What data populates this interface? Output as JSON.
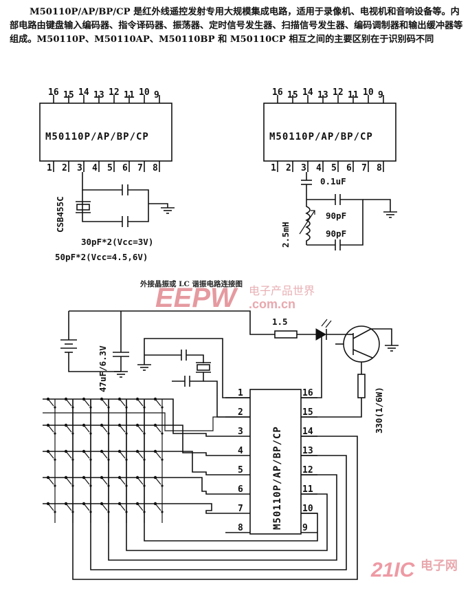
{
  "intro": "M50110P/AP/BP/CP 是红外线遥控发射专用大规模集成电路，适用于录像机、电视机和音响设备等。内部电路由键盘输入编码器、指令译码器、振荡器、定时信号发生器、扫描信号发生器、编码调制器和输出缓冲器等组成。M50110P、M50110AP、M50110BP 和 M50110CP 相互之间的主要区别在于识别码不同",
  "chip_label": "M50110P/AP/BP/CP",
  "top_pins": [
    "16",
    "15",
    "14",
    "13",
    "12",
    "11",
    "10",
    "9"
  ],
  "bottom_pins": [
    "1",
    "2",
    "3",
    "4",
    "5",
    "6",
    "7",
    "8"
  ],
  "left_side_pins": [
    "1",
    "2",
    "3",
    "4",
    "5",
    "6",
    "7",
    "8"
  ],
  "right_side_pins": [
    "16",
    "15",
    "14",
    "13",
    "12",
    "11",
    "10",
    "9"
  ],
  "crystal_label": "CSB455C",
  "cap_note_1": "30pF*2(Vcc=3V)",
  "cap_note_2": "50pF*2(Vcc=4.5,6V)",
  "lc_cap": "0.1uF",
  "lc_inductor": "2.5mH",
  "lc_c1": "90pF",
  "lc_c2": "90pF",
  "caption": "外接晶振或 LC 谐振电路连接图",
  "supply_cap": "47uF/6.3V",
  "led_resistor": "1.5",
  "base_resistor": "330(1/6W)",
  "watermarks": {
    "eepw": "EEPW",
    "eepw_cn": "电子产品世界",
    "eepw_domain": ".com.cn",
    "site": "21IC",
    "site_cn": "电子网"
  }
}
